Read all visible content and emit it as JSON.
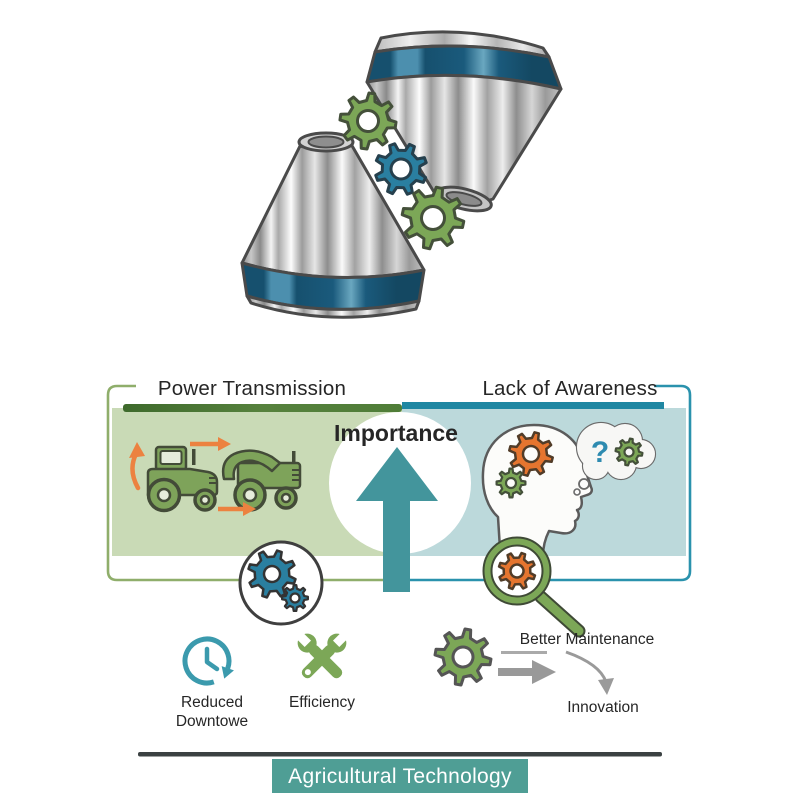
{
  "palette": {
    "panel_green_fill": "#c9dab6",
    "panel_blue_fill": "#bcd9db",
    "bar_green": "#4f7d38",
    "bar_teal": "#1f87a2",
    "border_green": "#8fae6b",
    "border_teal": "#2a92ad",
    "arrow_teal": "#43959c",
    "banner_teal": "#4f9e95",
    "gear_green": "#7ca757",
    "gear_blue": "#2a7fa0",
    "gear_orange": "#e5752f",
    "accent_orange": "#ec8240",
    "icon_teal": "#3b9aad",
    "cone_band_blue": "#1a5a7c",
    "divider_dark": "#3b4142"
  },
  "panel": {
    "left_section": {
      "title": "Power Transmission"
    },
    "right_section": {
      "title": "Lack of Awareness"
    },
    "center": {
      "label": "Importance"
    }
  },
  "thought_bubble": {
    "question_mark": "?"
  },
  "benefits": {
    "downtime": {
      "line1": "Reduced",
      "line2": "Downtowe"
    },
    "efficiency": {
      "label": "Efficiency"
    },
    "maintenance": {
      "label": "Better Maintenance"
    },
    "innovation": {
      "label": "Innovation"
    }
  },
  "footer": {
    "title": "Agricultural Technology"
  }
}
